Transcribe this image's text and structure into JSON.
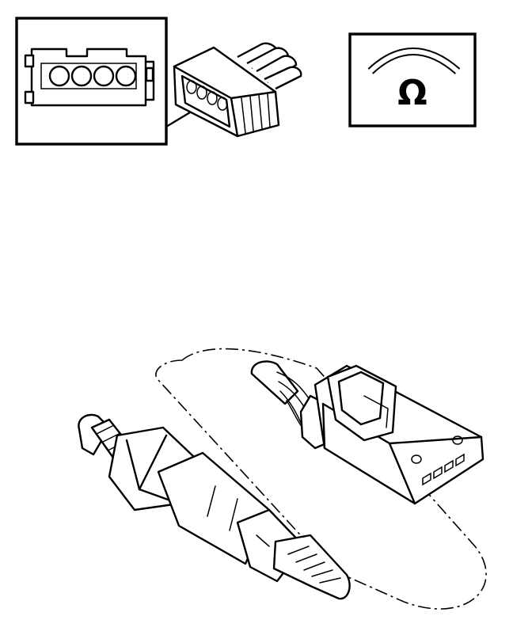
{
  "ohmmeter_symbol": {
    "glyph": "Ω",
    "icon": "ohmmeter-icon"
  },
  "inset_connector": {
    "pin_count": 4
  },
  "harness_connector": {
    "pin_count": 4
  }
}
